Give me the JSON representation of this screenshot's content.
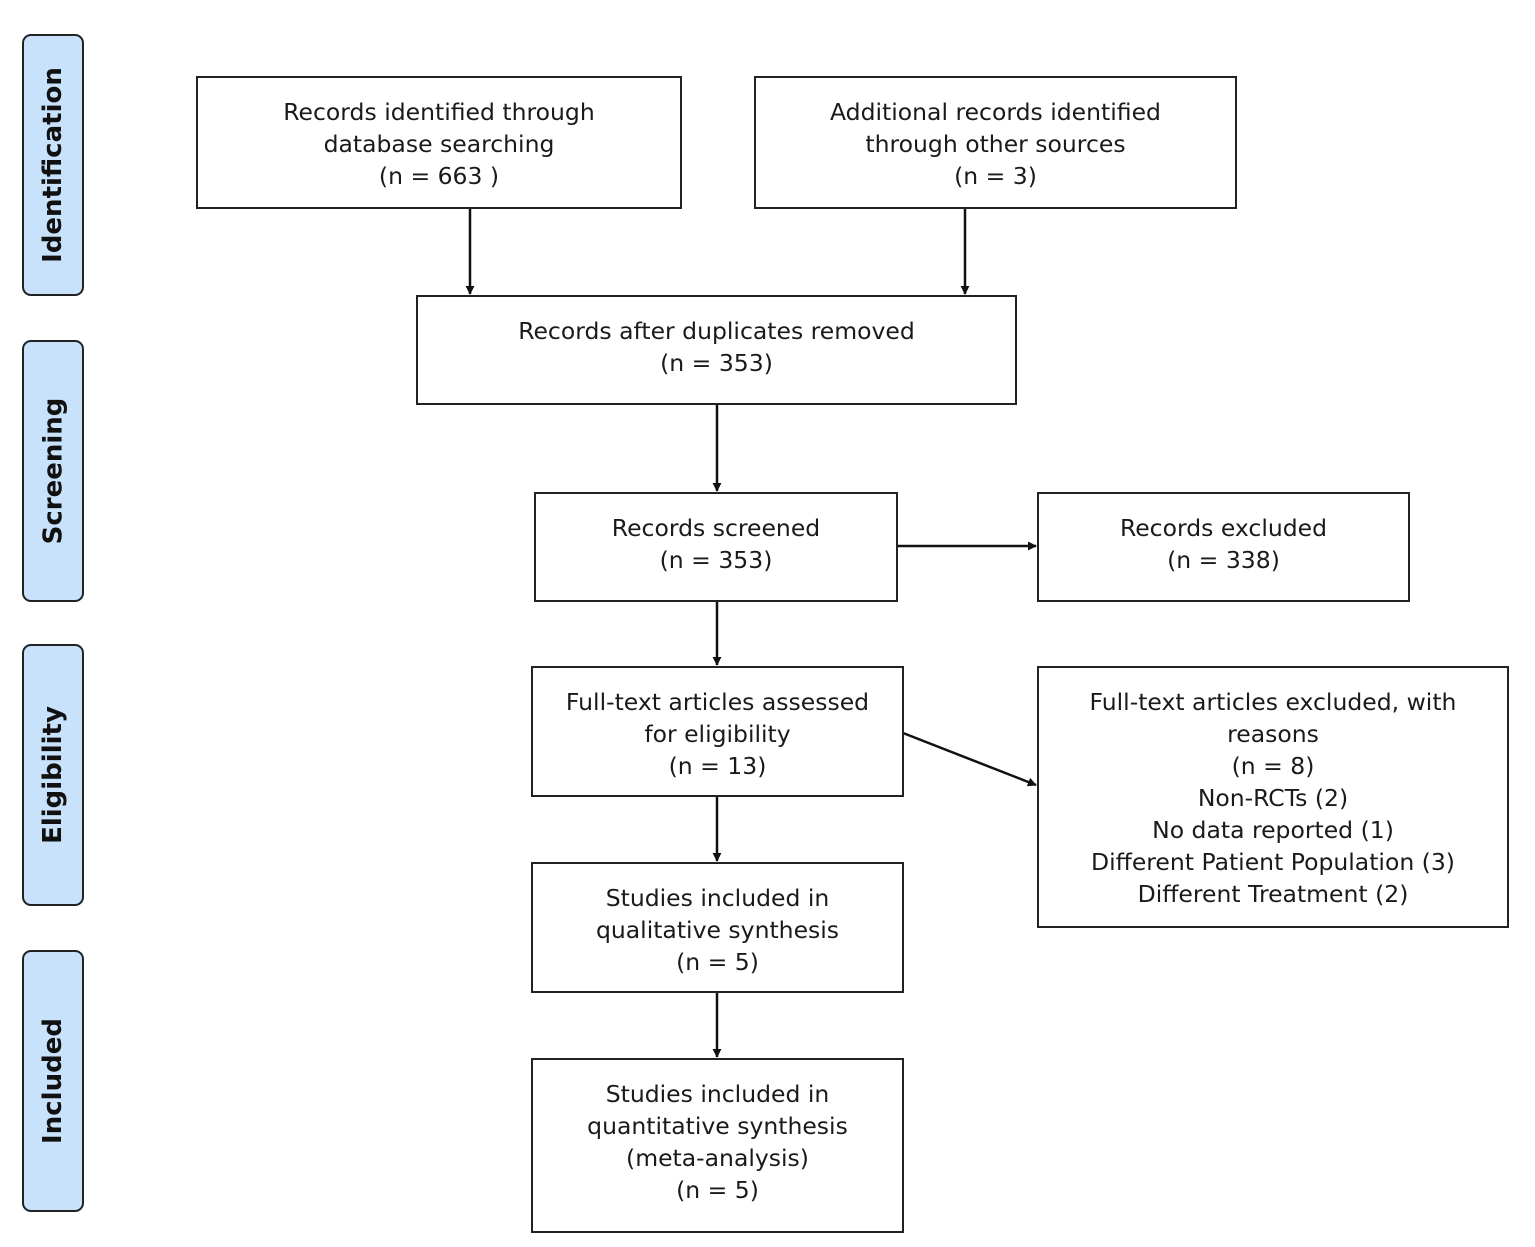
{
  "stages": {
    "identification": "Identification",
    "screening": "Screening",
    "eligibility": "Eligibility",
    "included": "Included"
  },
  "boxes": {
    "database_search": {
      "lines": [
        "Records identified through",
        "database searching",
        "(n = 663 )"
      ]
    },
    "other_sources": {
      "lines": [
        "Additional records identified",
        "through other sources",
        "(n = 3)"
      ]
    },
    "duplicates_removed": {
      "lines": [
        "Records after duplicates removed",
        "(n = 353)"
      ]
    },
    "screened": {
      "lines": [
        "Records screened",
        "(n = 353)"
      ]
    },
    "excluded": {
      "lines": [
        "Records excluded",
        "(n = 338)"
      ]
    },
    "fulltext_assessed": {
      "lines": [
        "Full-text articles assessed",
        "for eligibility",
        "(n = 13)"
      ]
    },
    "fulltext_excluded": {
      "lines": [
        "Full-text articles excluded, with",
        "reasons",
        "(n = 8)",
        "Non-RCTs (2)",
        "No data reported (1)",
        "Different Patient Population (3)",
        "Different Treatment (2)"
      ]
    },
    "qualitative": {
      "lines": [
        "Studies included in",
        "qualitative synthesis",
        "(n = 5)"
      ]
    },
    "quantitative": {
      "lines": [
        "Studies included in",
        "quantitative synthesis",
        "(meta-analysis)",
        "(n = 5)"
      ]
    }
  }
}
